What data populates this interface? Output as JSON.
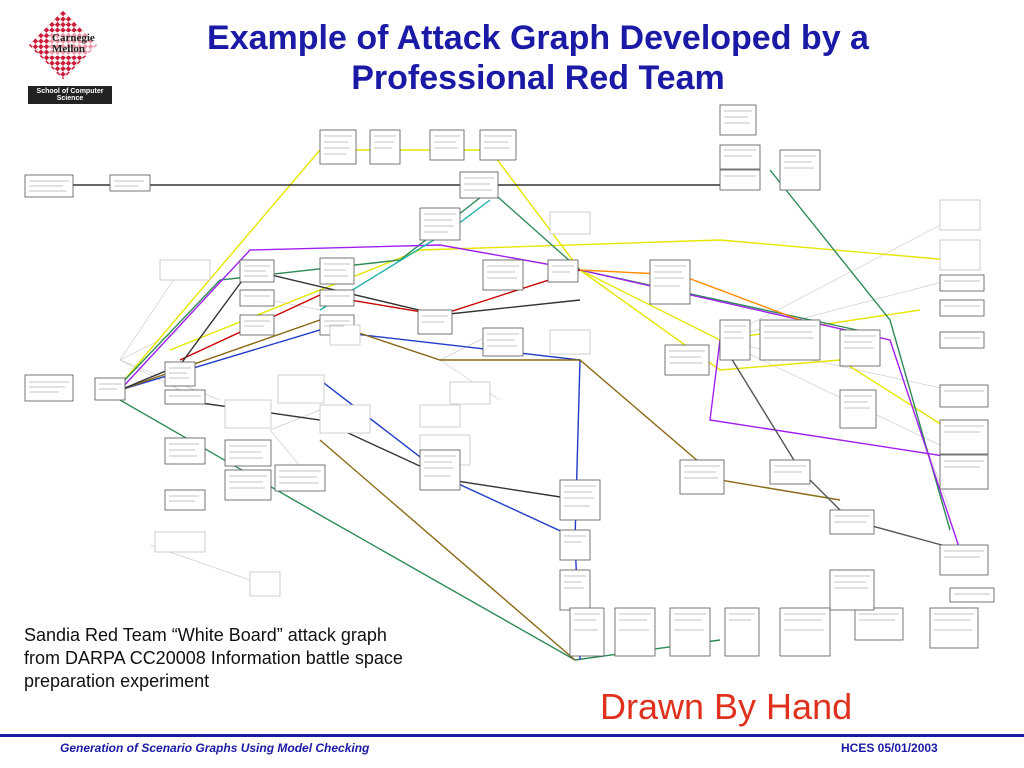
{
  "logo": {
    "name": "Carnegie Mellon",
    "school": "School of Computer Science"
  },
  "title": {
    "line1": "Example of Attack Graph Developed by a",
    "line2": "Professional Red Team"
  },
  "caption": {
    "line1": "Sandia Red Team “White Board” attack graph",
    "line2": "from DARPA CC20008 Information battle space",
    "line3": "preparation experiment"
  },
  "annotation": "Drawn By Hand",
  "footer": {
    "left": "Generation of Scenario Graphs Using Model Checking",
    "right": "HCES 05/01/2003"
  },
  "colors": {
    "title": "#1a1aa6",
    "annotation": "#e0301e",
    "edges": [
      "#333333",
      "#e6e600",
      "#2e8b57",
      "#a020f0",
      "#1e3cc8",
      "#8b6914",
      "#cc0000",
      "#20b2aa",
      "#ff8c00",
      "#999999"
    ]
  }
}
